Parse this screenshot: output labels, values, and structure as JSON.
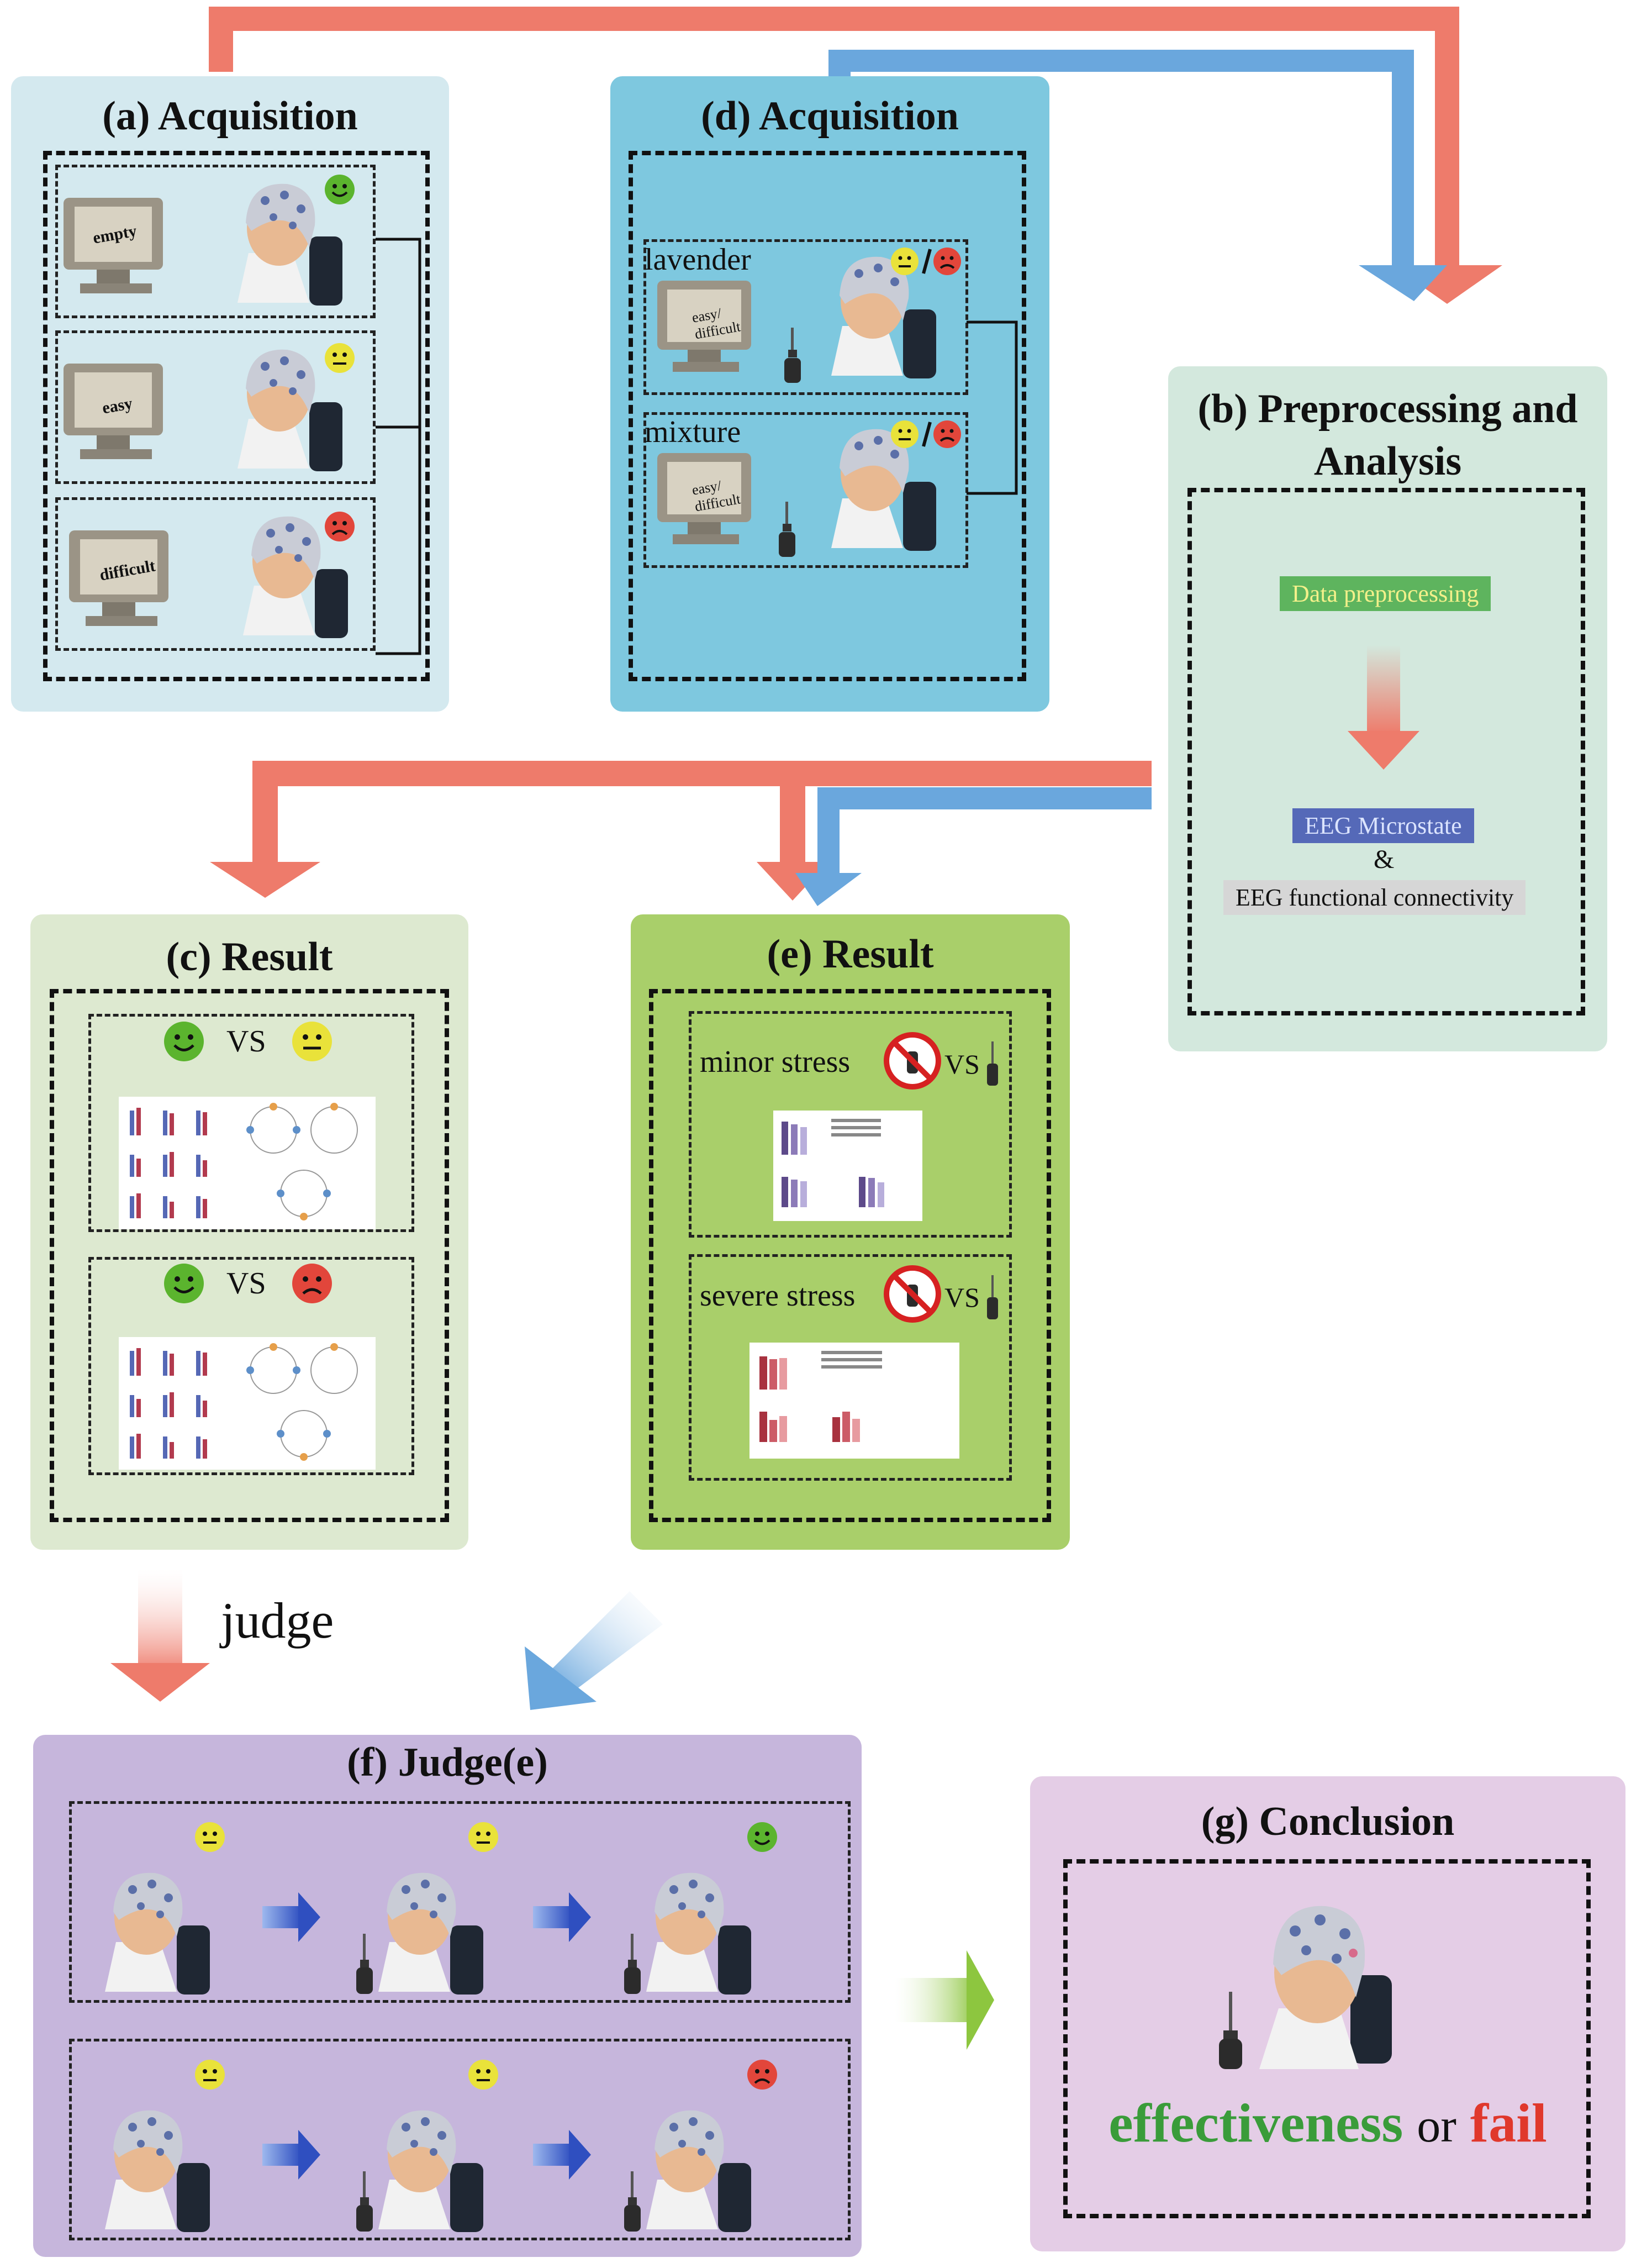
{
  "panels": {
    "a": {
      "title": "(a) Acquisition",
      "screens": [
        "empty",
        "easy",
        "difficult"
      ]
    },
    "d": {
      "title": "(d) Acquisition",
      "rows": [
        {
          "label": "lavender",
          "screen": "easy/ difficult"
        },
        {
          "label": "mixture",
          "screen": "easy/ difficult"
        }
      ]
    },
    "b": {
      "title_line1": "(b) Preprocessing and",
      "title_line2": "Analysis",
      "step1": "Data preprocessing",
      "step2": "EEG Microstate",
      "amp": "&",
      "step3": "EEG functional connectivity"
    },
    "c": {
      "title": "(c) Result",
      "vs": "VS"
    },
    "e": {
      "title": "(e) Result",
      "minor": "minor stress",
      "severe": "severe stress",
      "vs": "VS"
    },
    "f": {
      "title": "(f)  Judge(e)"
    },
    "g": {
      "title": "(g)  Conclusion",
      "word1": "effectiveness",
      "word2": "or",
      "word3": "fail"
    }
  },
  "judge_label": "judge",
  "colors": {
    "red_arrow": "#ee7b6b",
    "blue_arrow": "#6aa7dd",
    "panel_a": "#d4e9ef",
    "panel_d": "#7ec8df",
    "panel_b": "#d3e8dd",
    "panel_c": "#dde9d0",
    "panel_e": "#a9cf6a",
    "panel_f": "#c6b6dc",
    "panel_g": "#e4cde6",
    "happy": "#5bb42e",
    "neutral": "#e9e23a",
    "sad": "#e2463b",
    "effective": "#3a9c3a",
    "fail": "#e0382c"
  }
}
